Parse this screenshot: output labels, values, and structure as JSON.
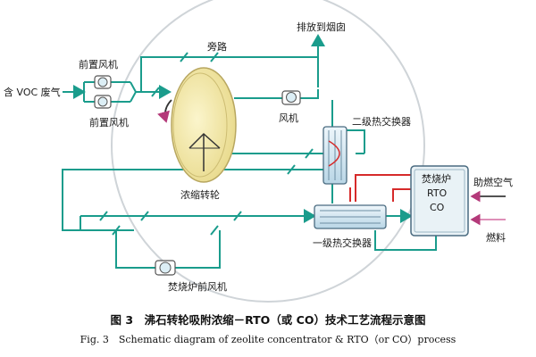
{
  "labels": {
    "bypass": "旁路",
    "exhaust": "排放到烟囱",
    "front_fan_top": "前置风机",
    "voc_inlet": "含 VOC 废气",
    "front_fan_bottom": "前置风机",
    "fan": "风机",
    "secondary_hx": "二级热交换器",
    "rotor": "浓缩转轮",
    "incinerator_line1": "焚烧炉",
    "incinerator_line2": "RTO",
    "incinerator_line3": "CO",
    "combustion_air": "助燃空气",
    "fuel": "燃料",
    "primary_hx": "一级热交换器",
    "incinerator_fan": "焚烧炉前风机"
  },
  "caption": {
    "chinese": "图 3　沸石转轮吸附浓缩－RTO（或 CO）技术工艺流程示意图",
    "english": "Fig. 3　Schematic diagram of zeolite concentrator & RTO（or CO）process"
  },
  "colors": {
    "flow_line": "#1a9c8c",
    "hot_line": "#d62a2a",
    "rotor_fill": "#f3e9a6",
    "equipment_fill": "#dceef5",
    "halo": "#cfd4d8"
  }
}
